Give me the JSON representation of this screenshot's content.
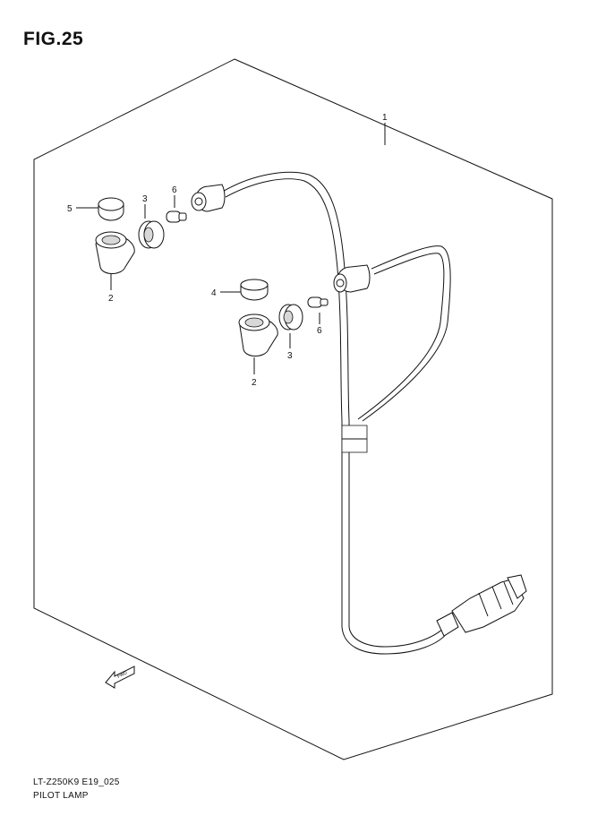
{
  "figure": {
    "title": "FIG.25"
  },
  "callouts": {
    "c1": "1",
    "c2a": "2",
    "c2b": "2",
    "c3a": "3",
    "c3b": "3",
    "c4": "4",
    "c5": "5",
    "c6a": "6",
    "c6b": "6"
  },
  "fwd_label": "FWD",
  "footer": {
    "model_code": "LT-Z250K9 E19_025",
    "section_name": "PILOT LAMP"
  }
}
